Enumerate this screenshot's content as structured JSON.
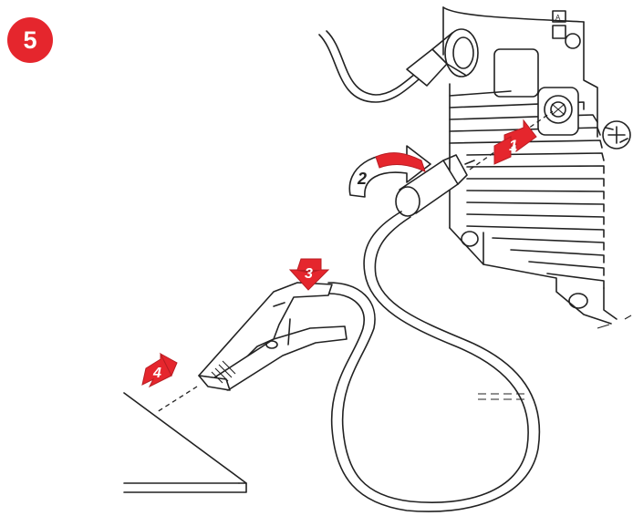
{
  "step_badge": {
    "number": "5",
    "color": "#e5262d"
  },
  "callouts": [
    {
      "id": "1",
      "label": "1",
      "style": "red-arrow"
    },
    {
      "id": "2",
      "label": "2",
      "style": "white-curved-arrow"
    },
    {
      "id": "3",
      "label": "3",
      "style": "red-arrow"
    },
    {
      "id": "4",
      "label": "4",
      "style": "red-arrow"
    }
  ],
  "colors": {
    "accent": "#e5262d",
    "arrow_dark": "#b81d23",
    "line": "#222222"
  },
  "icons": [
    "welding-machine",
    "socket",
    "cable-plug",
    "earth-clamp",
    "workpiece",
    "curved-arrow",
    "red-arrow",
    "plus-screw"
  ]
}
